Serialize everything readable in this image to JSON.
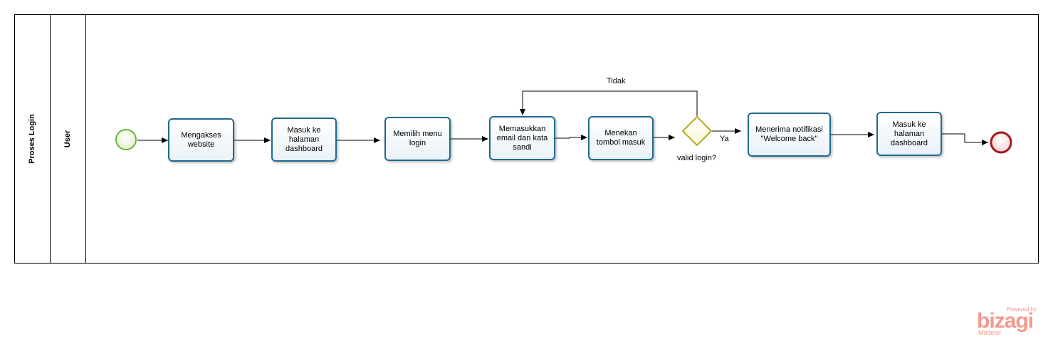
{
  "pool": {
    "label": "Proses Login"
  },
  "lane": {
    "label": "User"
  },
  "tasks": [
    {
      "label": "Mengakses website"
    },
    {
      "label": "Masuk ke halaman dashboard"
    },
    {
      "label": "Memilih menu login"
    },
    {
      "label": "Memasukkan email dan kata sandi"
    },
    {
      "label": "Menekan tombol masuk"
    },
    {
      "label": "Menerima notifikasi \"Welcome back\""
    },
    {
      "label": "Masuk ke halaman dashboard"
    }
  ],
  "gateway": {
    "label": "valid login?"
  },
  "flows": {
    "no_label": "Tidak",
    "yes_label": "Ya"
  },
  "colors": {
    "task_border": "#1f6a8e",
    "start_event": "#6cb33f",
    "end_event": "#a4171c",
    "gateway": "#b8a81f"
  },
  "branding": {
    "powered": "Powered by",
    "name": "bizagi",
    "product": "Modeler"
  }
}
